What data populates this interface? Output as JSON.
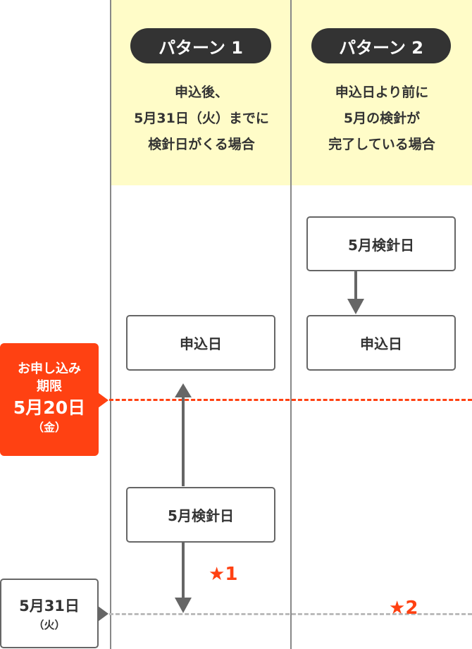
{
  "deadline": {
    "line1": "お申し込み",
    "line2": "期限",
    "date": "5月20日",
    "weekday": "（金）"
  },
  "end_date": {
    "date": "5月31日",
    "weekday": "（火）"
  },
  "patterns": [
    {
      "label": "パターン 1",
      "desc": [
        "申込後、",
        "5月31日（火）までに",
        "検針日がくる場合"
      ],
      "boxes": [
        "申込日",
        "5月検針日"
      ],
      "star": "1"
    },
    {
      "label": "パターン 2",
      "desc": [
        "申込日より前に",
        "5月の検針が",
        "完了している場合"
      ],
      "boxes": [
        "5月検針日",
        "申込日"
      ],
      "star": "2"
    }
  ],
  "colors": {
    "accent": "#ff4112",
    "header_bg": "#fffcc8",
    "pill": "#333333"
  }
}
